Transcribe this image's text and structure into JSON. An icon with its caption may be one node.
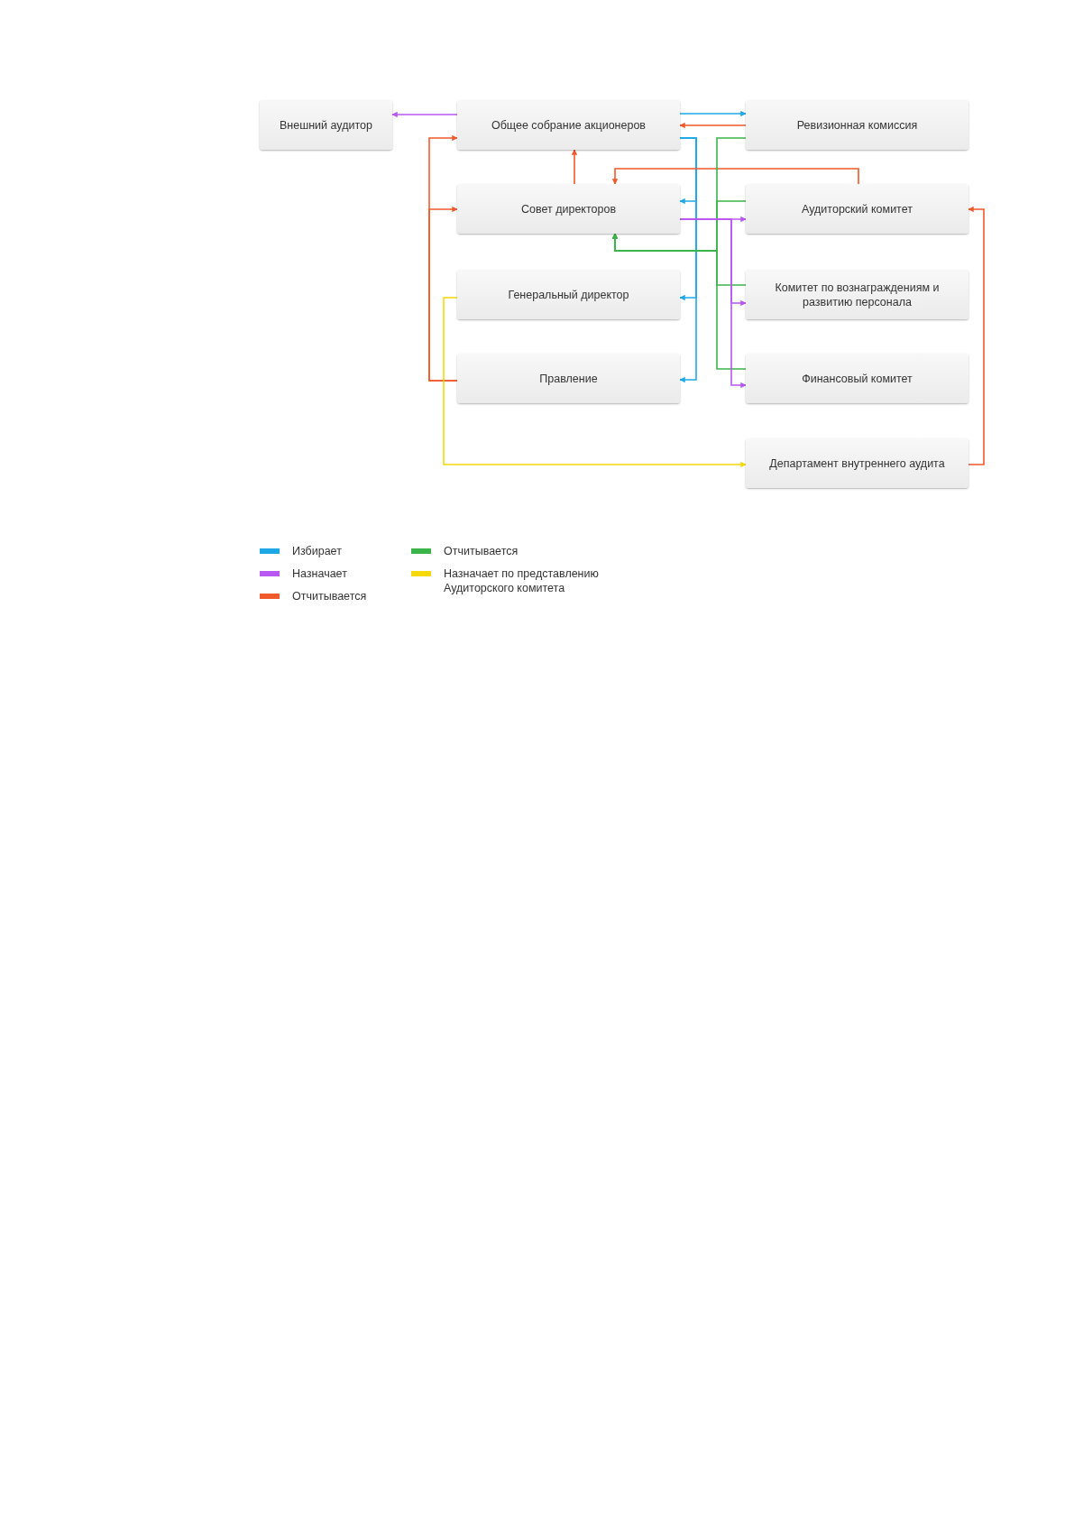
{
  "diagram": {
    "nodes": [
      {
        "text": [
          "Внешний аудитор"
        ]
      },
      {
        "text": [
          "Общее собрание акционеров"
        ]
      },
      {
        "text": [
          "Ревизионная комиссия"
        ]
      },
      {
        "text": [
          "Совет директоров"
        ]
      },
      {
        "text": [
          "Аудиторский комитет"
        ]
      },
      {
        "text": [
          "Генеральный директор"
        ]
      },
      {
        "text": [
          "Комитет по вознаграждениям и развитию персонала"
        ]
      },
      {
        "text": [
          "Правление"
        ]
      },
      {
        "text": [
          "Финансовый комитет"
        ]
      },
      {
        "text": [
          "Департамент внутреннего аудита"
        ]
      }
    ],
    "edges": [
      {
        "from": 1,
        "to": 0,
        "arrow": "to",
        "color": "#b857f2"
      },
      {
        "from": 1,
        "to": 2,
        "arrow": "to",
        "color": "#1ea9e6"
      },
      {
        "from": 2,
        "to": 1,
        "arrow": "to",
        "color": "#f0592b"
      },
      {
        "from": 1,
        "to": 3,
        "arrow": "to",
        "color": "#1ea9e6"
      },
      {
        "from": 1,
        "to": 5,
        "arrow": "to",
        "color": "#1ea9e6"
      },
      {
        "from": 1,
        "to": 7,
        "arrow": "to",
        "color": "#1ea9e6"
      },
      {
        "from": 3,
        "to": 1,
        "arrow": "to",
        "color": "#f0592b"
      },
      {
        "from": 4,
        "to": 3,
        "arrow": "to",
        "color": "#f0592b"
      },
      {
        "from": 2,
        "to": 3,
        "arrow": "to",
        "color": "#3bb54a"
      },
      {
        "from": 4,
        "to": 3,
        "arrow": "to",
        "color": "#3bb54a"
      },
      {
        "from": 6,
        "to": 3,
        "arrow": "to",
        "color": "#3bb54a"
      },
      {
        "from": 8,
        "to": 3,
        "arrow": "to",
        "color": "#3bb54a"
      },
      {
        "from": 3,
        "to": 4,
        "arrow": "to",
        "color": "#b857f2"
      },
      {
        "from": 3,
        "to": 6,
        "arrow": "to",
        "color": "#b857f2"
      },
      {
        "from": 3,
        "to": 8,
        "arrow": "to",
        "color": "#b857f2"
      },
      {
        "from": 7,
        "to": 1,
        "arrow": "to",
        "color": "#f0592b"
      },
      {
        "from": 7,
        "to": 3,
        "arrow": "to",
        "color": "#f0592b"
      },
      {
        "from": 5,
        "to": 9,
        "arrow": "to",
        "color": "#f5d90a"
      },
      {
        "from": 9,
        "to": 4,
        "arrow": "to",
        "color": "#f0592b"
      }
    ],
    "legend": [
      {
        "text": "Избирает",
        "color": "#1ea9e6"
      },
      {
        "text": "Назначает",
        "color": "#b857f2"
      },
      {
        "text": "Отчитывается",
        "color": "#f0592b"
      },
      {
        "text": "Отчитывается",
        "color": "#3bb54a"
      },
      {
        "text": "Назначает по представлению Аудиторского комитета",
        "color": "#f5d90a"
      }
    ]
  }
}
